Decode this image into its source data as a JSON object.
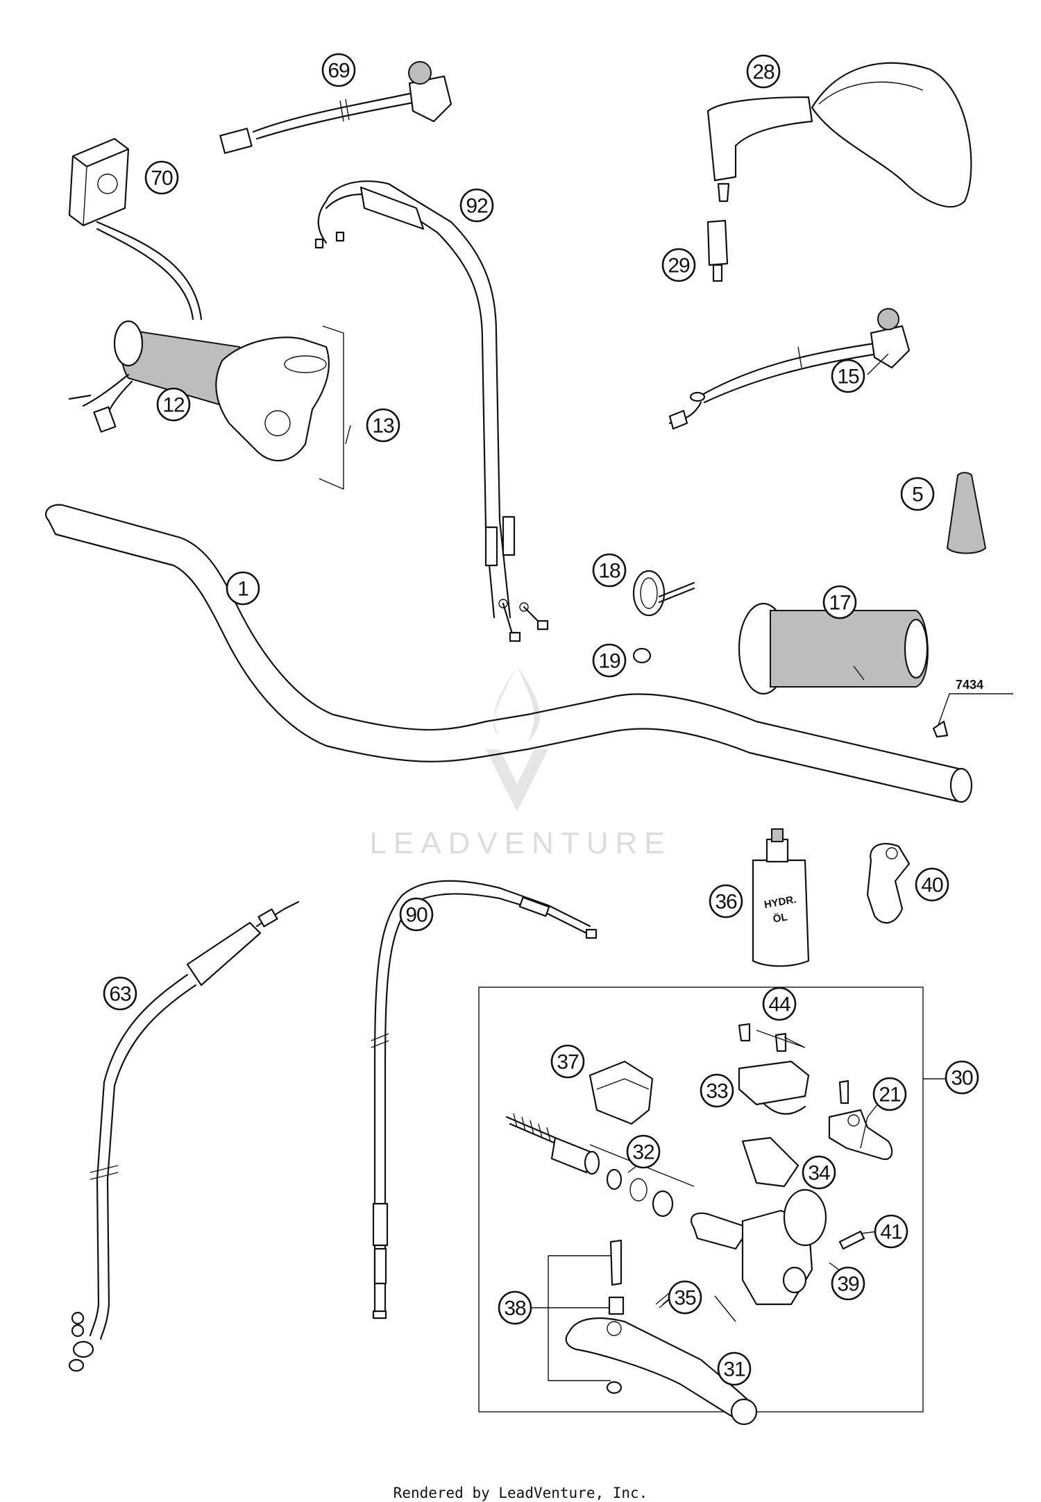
{
  "callouts": {
    "c1": "1",
    "c5": "5",
    "c12": "12",
    "c13": "13",
    "c15": "15",
    "c17": "17",
    "c18": "18",
    "c19": "19",
    "c21": "21",
    "c28": "28",
    "c29": "29",
    "c30": "30",
    "c31": "31",
    "c32": "32",
    "c33": "33",
    "c34": "34",
    "c35": "35",
    "c36": "36",
    "c37": "37",
    "c38": "38",
    "c39": "39",
    "c40": "40",
    "c41": "41",
    "c44": "44",
    "c63": "63",
    "c69": "69",
    "c70": "70",
    "c90": "90",
    "c92": "92"
  },
  "reference_label": "7434",
  "bottle_label": {
    "line1": "HYDR.",
    "line2": "ÖL"
  },
  "watermark": "LEADVENTURE",
  "footer": "Rendered by LeadVenture, Inc."
}
